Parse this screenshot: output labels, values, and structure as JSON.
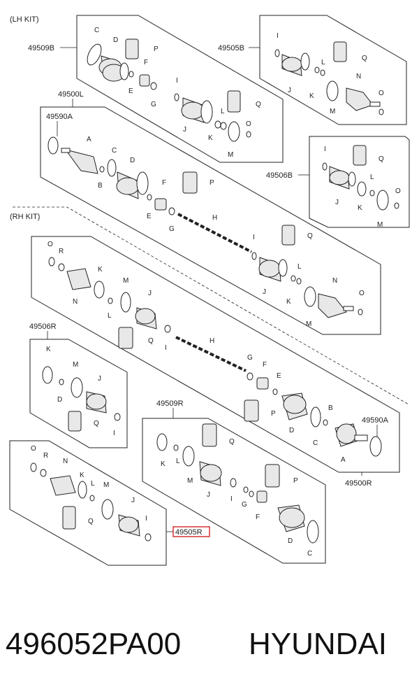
{
  "kits": {
    "lh": "(LH KIT)",
    "rh": "(RH KIT)"
  },
  "labels": {
    "a1": "49509B",
    "a2": "49505B",
    "a3": "49500L",
    "a4": "49590A",
    "a5": "49506B",
    "a6": "49506R",
    "a7": "49509R",
    "a8": "49590A",
    "a9": "49500R",
    "a10": "49505R"
  },
  "highlight_color": "#cc0000",
  "footer": {
    "part_number": "496052PA00",
    "brand": "HYUNDAI"
  }
}
